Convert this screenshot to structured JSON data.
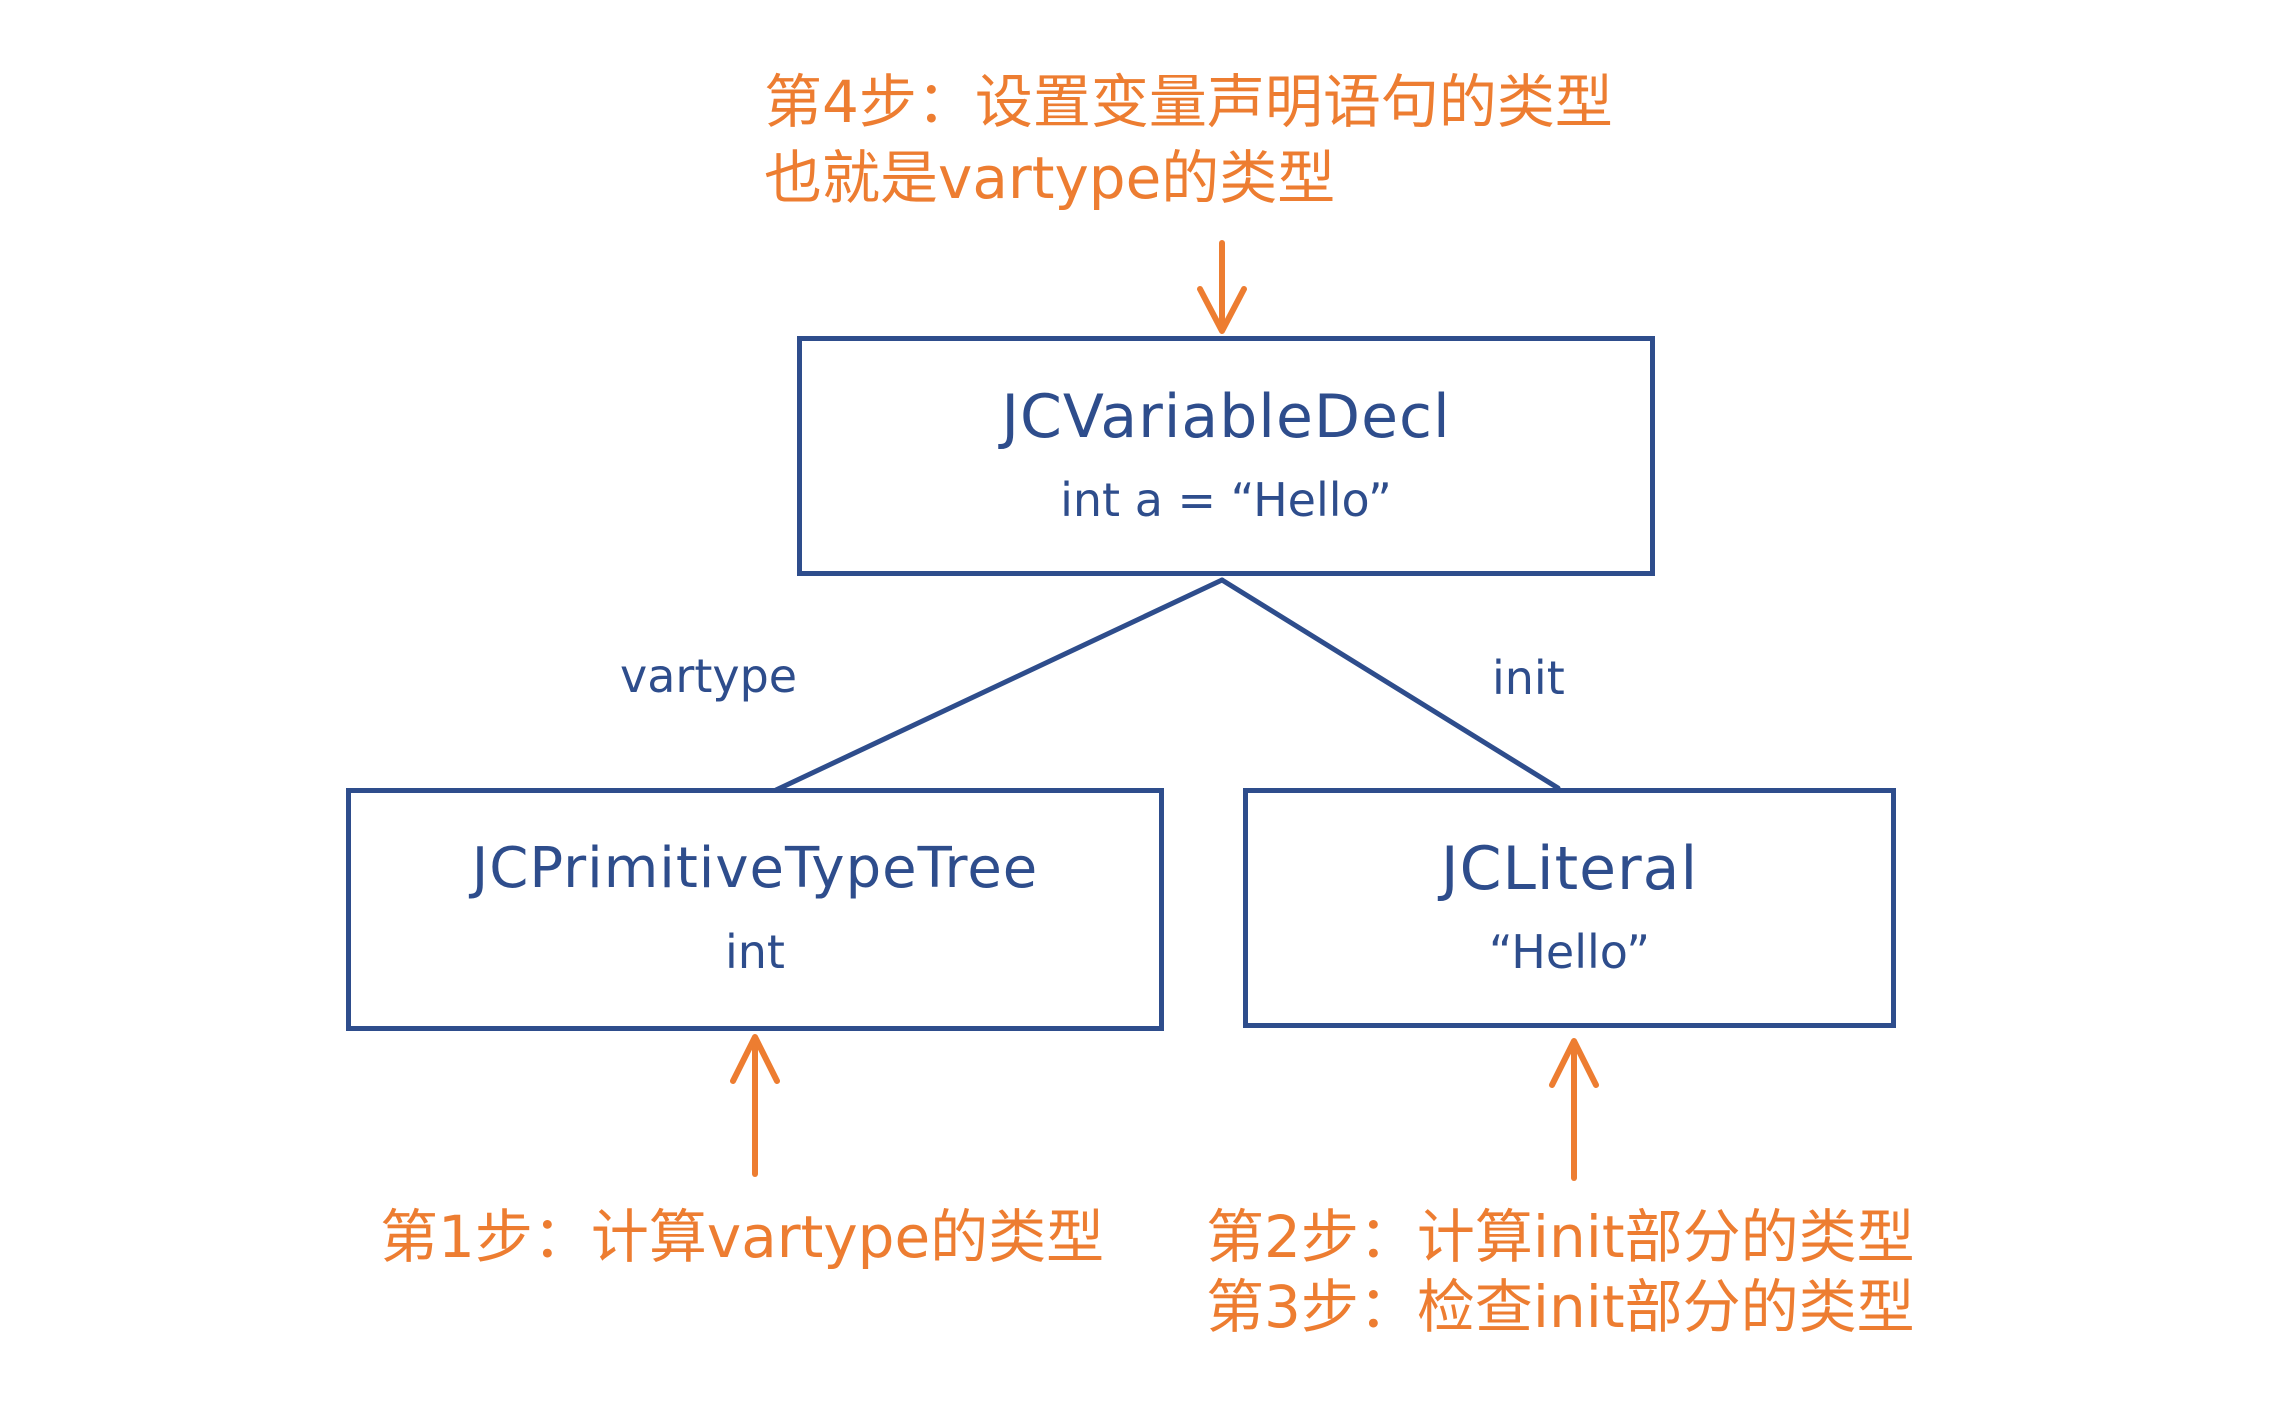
{
  "colors": {
    "ink_blue": "#2e4d8c",
    "accent_orange": "#ed7d31",
    "background": "#ffffff"
  },
  "tree": {
    "root": {
      "title": "JCVariableDecl",
      "subtitle": "int a = “Hello”"
    },
    "children": [
      {
        "title": "JCPrimitiveTypeTree",
        "subtitle": "int",
        "edge_label": "vartype"
      },
      {
        "title": "JCLiteral",
        "subtitle": "“Hello”",
        "edge_label": "init"
      }
    ]
  },
  "annotations": {
    "step4_line1": "第4步：设置变量声明语句的类型",
    "step4_line2": "也就是vartype的类型",
    "step1": "第1步：计算vartype的类型",
    "step2": "第2步：计算init部分的类型",
    "step3": "第3步：检查init部分的类型"
  }
}
